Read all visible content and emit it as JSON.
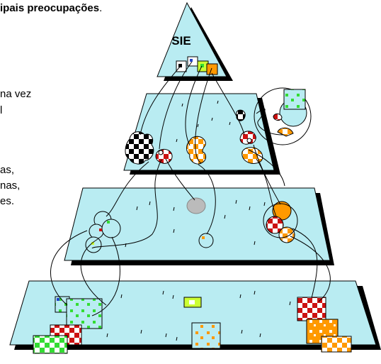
{
  "text_fragments": [
    {
      "text": "ipais preocupações",
      "trail": ".",
      "bold": true
    },
    {
      "text": "na vez"
    },
    {
      "text": "l"
    },
    {
      "text": "as,"
    },
    {
      "text": "nas,"
    },
    {
      "text": "es."
    }
  ],
  "pyramid": {
    "top_label": "SIE",
    "layer_color": "#b9ecf2",
    "shadow_color": "#000000",
    "layers": [
      "top",
      "second",
      "third",
      "base"
    ]
  },
  "palette": {
    "teal": "#b9ecf2",
    "black": "#000000",
    "red": "#cc1111",
    "orange": "#ff9900",
    "green": "#33dd33",
    "lime": "#ccff33",
    "gray": "#bbbbbb",
    "blue": "#2244cc",
    "white": "#ffffff"
  }
}
